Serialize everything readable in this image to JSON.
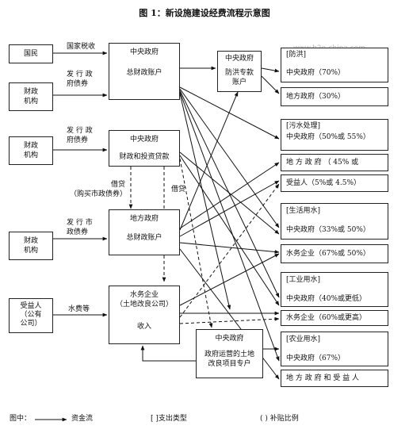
{
  "title": "图 1：新设施建设经费流程示意图",
  "watermark": "www.h2o-china.com",
  "sources": {
    "guomin": "国民",
    "caizheng": [
      "财政",
      "机构"
    ],
    "shouyi": [
      "受益人",
      "（公有",
      "公司）"
    ]
  },
  "edge_labels": {
    "guojia_shuishou": "国家税收",
    "faxing_zhengfu": [
      "发 行 政",
      "府债券"
    ],
    "faxing_shi": [
      "发 行 市",
      "政债券"
    ],
    "shuifei": "水费等",
    "jiedai": "借贷",
    "goumai": "（购买市政债券）"
  },
  "central": {
    "zong_title": "中央政府",
    "zong_sub": "总财政账户",
    "touzi_title": "中央政府",
    "touzi_sub": "财政和投资贷款",
    "fanghong_title": "中央政府",
    "fanghong_sub": [
      "防洪专款",
      "账户"
    ],
    "tudi_title": "中央政府",
    "tudi_sub": [
      "政府运营的土地",
      "改良项目专户"
    ]
  },
  "local": {
    "title": "地方政府",
    "sub": "总财政账户"
  },
  "water_co": {
    "title": "水务企业",
    "sub": "（土地改良公司）",
    "income": "收入"
  },
  "categories": [
    {
      "name": "[防洪]",
      "rows": [
        "中央政府（70%）",
        "地方政府（30%）"
      ]
    },
    {
      "name": "[污水处理]",
      "rows": [
        "中央政府（50%或 55%）",
        "地 方 政 府 （ 45% 或",
        "受益人（5%或 4.5%）"
      ]
    },
    {
      "name": "[生活用水]",
      "rows": [
        "中央政府（33%或 50%）",
        "水务企业（67%或 50%）"
      ]
    },
    {
      "name": "[工业用水]",
      "rows": [
        "中央政府（40%或更低）",
        "水务企业（60%或更高）"
      ]
    },
    {
      "name": "[农业用水]",
      "rows": [
        "中央政府（67%）",
        "地 方 政 府 和 受 益 人"
      ]
    }
  ],
  "legend": {
    "prefix": "图中：",
    "flow": "资金流",
    "category": "[ ]支出类型",
    "subsidy": "( ) 补贴比例"
  }
}
